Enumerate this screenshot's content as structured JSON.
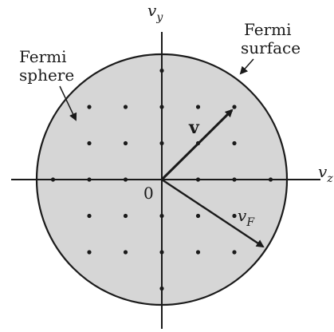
{
  "labels": {
    "fermi_sphere_line1": "Fermi",
    "fermi_sphere_line2": "sphere",
    "fermi_surface_line1": "Fermi",
    "fermi_surface_line2": "surface",
    "axis_x": "v",
    "axis_x_sub": "z",
    "axis_y": "v",
    "axis_y_sub": "y",
    "origin": "0",
    "vector_v": "v",
    "vector_vf": "v",
    "vector_vf_sub": "F"
  },
  "colors": {
    "sphere_fill": "#d6d6d6",
    "ink": "#1a1a1a",
    "background": "#ffffff"
  }
}
